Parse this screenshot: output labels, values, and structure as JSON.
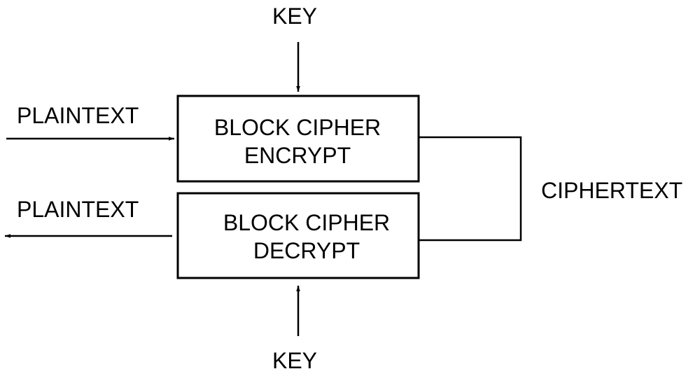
{
  "diagram": {
    "key_top": "KEY",
    "key_bottom": "KEY",
    "plaintext_in": "PLAINTEXT",
    "plaintext_out": "PLAINTEXT",
    "ciphertext": "CIPHERTEXT",
    "encrypt_box": {
      "line1": "BLOCK CIPHER",
      "line2": "ENCRYPT"
    },
    "decrypt_box": {
      "line1": "BLOCK CIPHER",
      "line2": "DECRYPT"
    }
  },
  "colors": {
    "stroke": "#000000",
    "background": "#ffffff"
  }
}
